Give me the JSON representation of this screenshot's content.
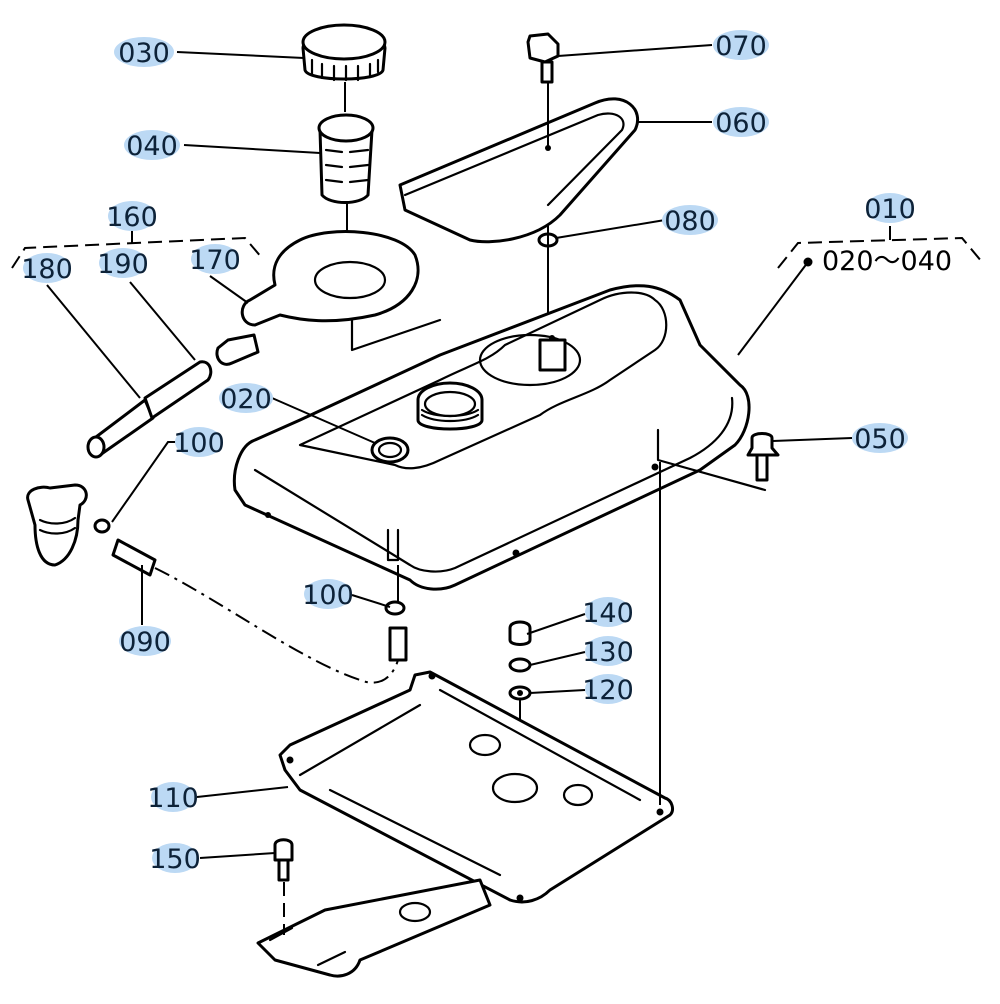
{
  "diagram": {
    "title": "Fuel tank assembly exploded parts view",
    "highlight_color": "#bcd9f4",
    "label_color": "#0d2238",
    "callouts": [
      {
        "id": "030",
        "part": "fuel cap"
      },
      {
        "id": "040",
        "part": "fuel strainer"
      },
      {
        "id": "070",
        "part": "knob bolt"
      },
      {
        "id": "060",
        "part": "tank cover"
      },
      {
        "id": "080",
        "part": "grommet"
      },
      {
        "id": "010",
        "part": "fuel tank assembly"
      },
      {
        "id": "160",
        "part": "fuel hose set"
      },
      {
        "id": "180",
        "part": "hose"
      },
      {
        "id": "190",
        "part": "hose"
      },
      {
        "id": "170",
        "part": "fuel cup"
      },
      {
        "id": "020",
        "part": "fuel gauge"
      },
      {
        "id": "100",
        "part": "hose clamp (upper)"
      },
      {
        "id": "050",
        "part": "flange bolt"
      },
      {
        "id": "100",
        "part": "hose clamp (lower)"
      },
      {
        "id": "090",
        "part": "fuel pipe"
      },
      {
        "id": "140",
        "part": "nut"
      },
      {
        "id": "130",
        "part": "spring washer"
      },
      {
        "id": "120",
        "part": "plain washer"
      },
      {
        "id": "110",
        "part": "tank bracket"
      },
      {
        "id": "150",
        "part": "bolt"
      }
    ],
    "group_ranges": {
      "assembly_010": "020～040"
    }
  }
}
